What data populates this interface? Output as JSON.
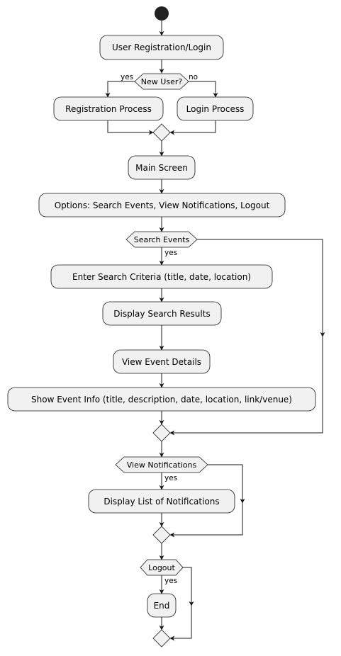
{
  "diagram": {
    "activities": {
      "user_login": "User Registration/Login",
      "registration": "Registration Process",
      "login": "Login Process",
      "main_screen": "Main Screen",
      "options": "Options: Search Events, View Notifications, Logout",
      "enter_search": "Enter Search Criteria (title, date, location)",
      "display_results": "Display Search Results",
      "view_details": "View Event Details",
      "show_info": "Show Event Info (title, description, date, location, link/venue)",
      "display_notifications": "Display List of Notifications",
      "end": "End"
    },
    "decisions": {
      "new_user": "New User?",
      "search_events": "Search Events",
      "view_notifications": "View Notifications",
      "logout": "Logout"
    },
    "edge_labels": {
      "yes": "yes",
      "no": "no"
    }
  }
}
